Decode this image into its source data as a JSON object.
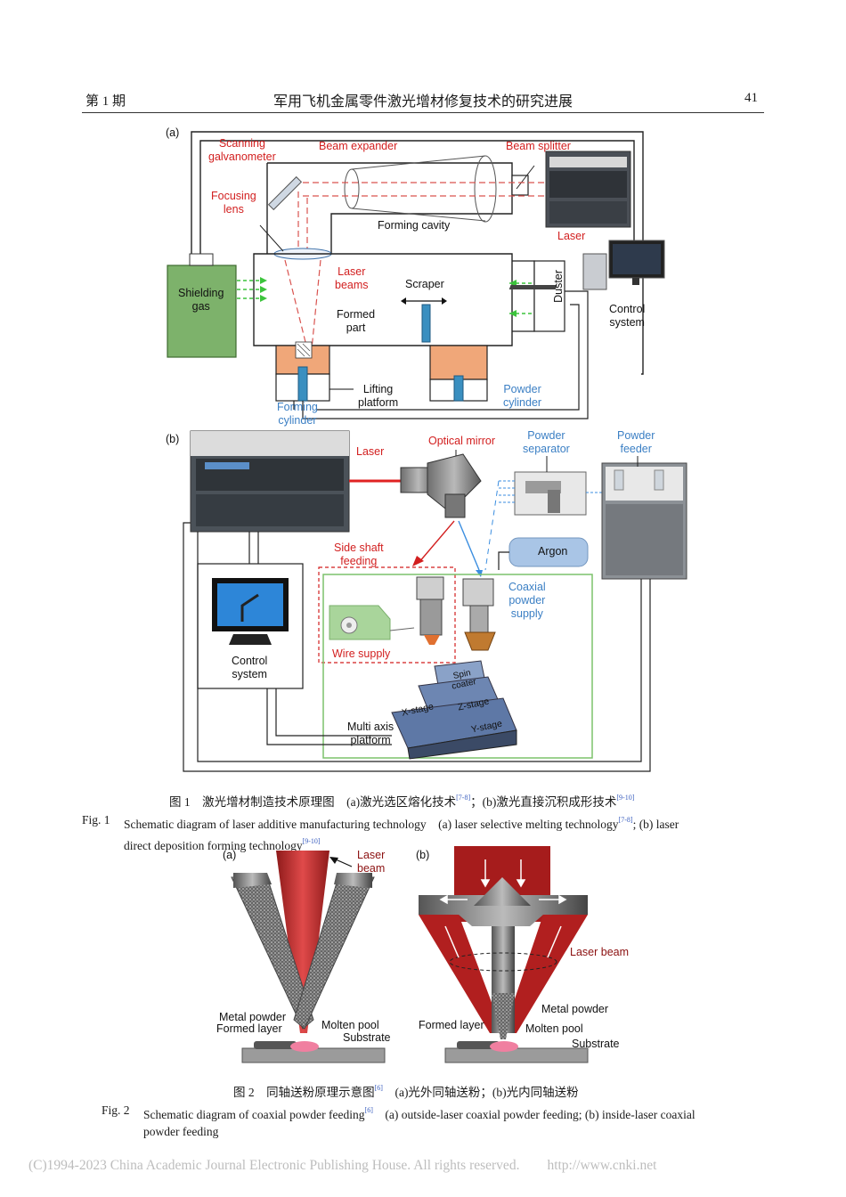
{
  "header": {
    "issue": "第 1 期",
    "title": "军用飞机金属零件激光增材修复技术的研究进展",
    "page": "41"
  },
  "fig1": {
    "a": {
      "panel": "(a)",
      "scanning": [
        "Scanning",
        "galvanometer"
      ],
      "beam_expander": "Beam expander",
      "beam_splitter": "Beam splitter",
      "focusing": [
        "Focusing",
        "lens"
      ],
      "forming_cavity": "Forming cavity",
      "laser": "Laser",
      "laser_beams": [
        "Laser",
        "beams"
      ],
      "scraper": "Scraper",
      "shielding": [
        "Shielding",
        "gas"
      ],
      "duster": "Duster",
      "control": [
        "Control",
        "system"
      ],
      "formed_part": [
        "Formed",
        "part"
      ],
      "lifting": [
        "Lifting",
        "platform"
      ],
      "powder_cyl": [
        "Powder",
        "cylinder"
      ],
      "forming_cyl": [
        "Forming",
        "cylinder"
      ]
    },
    "b": {
      "panel": "(b)",
      "laser": "Laser",
      "optical_mirror": "Optical mirror",
      "powder_sep": [
        "Powder",
        "separator"
      ],
      "powder_feeder": [
        "Powder",
        "feeder"
      ],
      "side_shaft": [
        "Side shaft",
        "feeding"
      ],
      "argon": "Argon",
      "coaxial": [
        "Coaxial",
        "powder",
        "supply"
      ],
      "wire_supply": "Wire supply",
      "control": [
        "Control",
        "system"
      ],
      "spin": [
        "Spin",
        "coater"
      ],
      "x_stage": "X-stage",
      "z_stage": "Z-stage",
      "y_stage": "Y-stage",
      "multi_axis": [
        "Multi axis",
        "platform"
      ]
    },
    "caption_cn": {
      "main": "图 1　激光增材制造技术原理图　(a)激光选区熔化技术",
      "ref1": "[7-8]",
      "mid": "；(b)激光直接沉积成形技术",
      "ref2": "[9-10]"
    },
    "caption_en": {
      "label": "Fig. 1",
      "line1": "Schematic diagram of laser additive manufacturing technology　(a) laser selective melting technology",
      "ref1": "[7-8]",
      "line1b": "; (b) laser",
      "line2": "direct deposition forming technology",
      "ref2": "[9-10]"
    }
  },
  "fig2": {
    "a": {
      "panel": "(a)",
      "laser_beam": [
        "Laser",
        "beam"
      ],
      "metal_powder": "Metal powder",
      "formed_layer": "Formed layer",
      "molten_pool": "Molten pool",
      "substrate": "Substrate"
    },
    "b": {
      "panel": "(b)",
      "laser_beam": "Laser beam",
      "metal_powder": "Metal powder",
      "formed_layer": "Formed layer",
      "molten_pool": "Molten pool",
      "substrate": "Substrate"
    },
    "caption_cn": {
      "main": "图 2　同轴送粉原理示意图",
      "ref": "[6]",
      "rest": "　(a)光外同轴送粉；(b)光内同轴送粉"
    },
    "caption_en": {
      "label": "Fig. 2",
      "line1": "Schematic diagram of coaxial powder feeding",
      "ref": "[6]",
      "line1b": "　(a) outside-laser coaxial powder feeding; (b) inside-laser coaxial",
      "line2": "powder feeding"
    }
  },
  "footer": {
    "copyright": "(C)1994-2023 China Academic Journal Electronic Publishing House. All rights reserved.　　http://www.cnki.net"
  }
}
